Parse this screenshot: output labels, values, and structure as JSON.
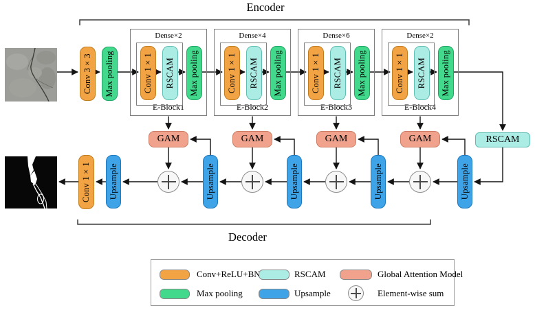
{
  "figure": {
    "encoder_title": "Encoder",
    "decoder_title": "Decoder"
  },
  "encoder": {
    "stem": [
      {
        "label": "Conv 3×3"
      },
      {
        "label": "Max pooling"
      }
    ],
    "eblocks": [
      {
        "dense": "Dense×2",
        "name": "E-Block1",
        "conv": "Conv 1×1",
        "rscam": "RSCAM",
        "pool": "Max pooling"
      },
      {
        "dense": "Dense×4",
        "name": "E-Block2",
        "conv": "Conv 1×1",
        "rscam": "RSCAM",
        "pool": "Max pooling"
      },
      {
        "dense": "Dense×6",
        "name": "E-Block3",
        "conv": "Conv 1×1",
        "rscam": "RSCAM",
        "pool": "Max pooling"
      },
      {
        "dense": "Dense×2",
        "name": "E-Block4",
        "conv": "Conv 1×1",
        "rscam": "RSCAM",
        "pool": "Max pooling"
      }
    ],
    "bottleneck": "RSCAM"
  },
  "decoder": {
    "gam": "GAM",
    "upsample": "Upsample",
    "conv": "Conv 1×1"
  },
  "legend": {
    "items": [
      {
        "type": "conv",
        "label": "Conv+ReLU+BN"
      },
      {
        "type": "rscam",
        "label": "RSCAM"
      },
      {
        "type": "gam",
        "label": "Global Attention Model"
      },
      {
        "type": "pool",
        "label": "Max pooling"
      },
      {
        "type": "upsample",
        "label": "Upsample"
      },
      {
        "type": "sum",
        "label": "Element-wise sum"
      }
    ]
  },
  "colors": {
    "conv": "#F2A444",
    "pool": "#43D98C",
    "rscam": "#ABEDE5",
    "upsample": "#3FA3E8",
    "gam": "#F1A28D",
    "sum_fill": "#F7F7F7",
    "line": "#141414"
  }
}
